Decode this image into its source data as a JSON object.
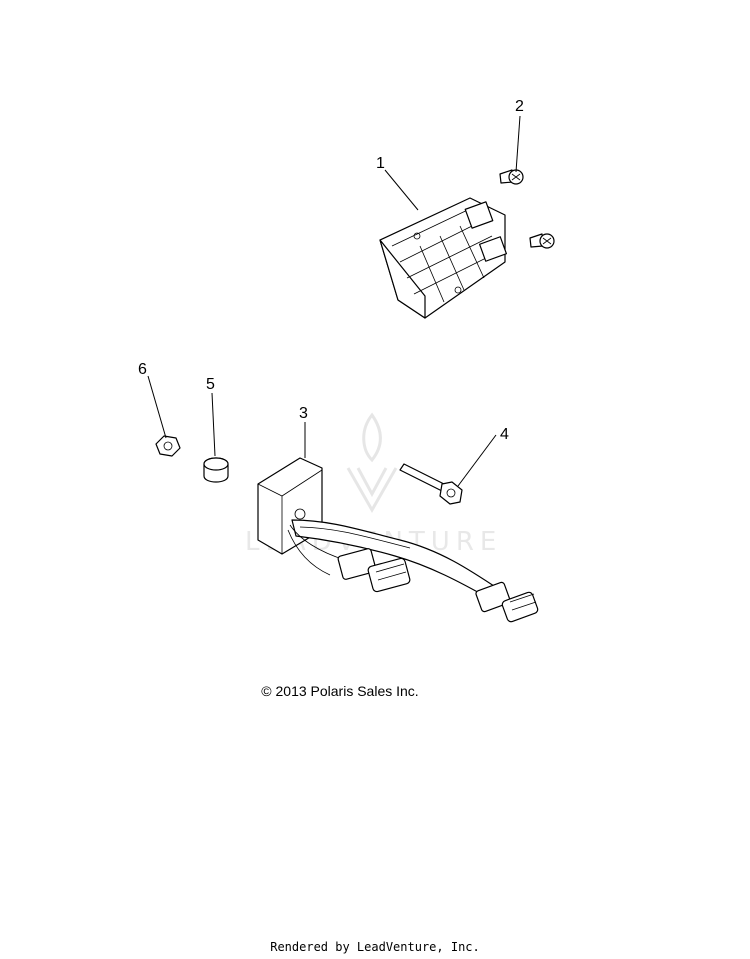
{
  "callouts": [
    {
      "id": "1",
      "label": "1"
    },
    {
      "id": "2",
      "label": "2"
    },
    {
      "id": "3",
      "label": "3"
    },
    {
      "id": "4",
      "label": "4"
    },
    {
      "id": "5",
      "label": "5"
    },
    {
      "id": "6",
      "label": "6"
    }
  ],
  "watermark": {
    "text": "LEADVENTURE"
  },
  "copyright": "© 2013 Polaris Sales Inc.",
  "footer": "Rendered by LeadVenture, Inc."
}
